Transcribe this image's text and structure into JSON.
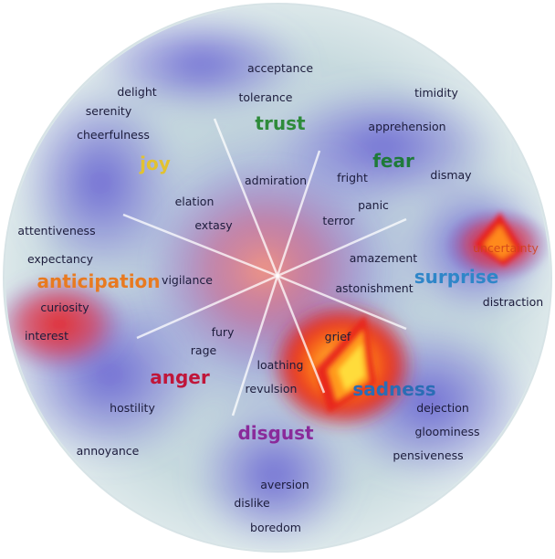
{
  "colors": {
    "trust": "#2e8b3a",
    "fear": "#1f7a3a",
    "joy": "#e2c230",
    "surprise": "#2f86c8",
    "anticipation": "#e87a20",
    "sadness": "#2a6db5",
    "anger": "#c0163a",
    "disgust": "#8a2a9a",
    "disc_bg": "#c9dbe0",
    "disc_edge": "#dbe7ea",
    "hot": "#ffd21a",
    "warm": "#ee3b1d",
    "cool": "#5a4fd0"
  },
  "categories": {
    "trust": "trust",
    "fear": "fear",
    "joy": "joy",
    "surprise": "surprise",
    "anticipation": "anticipation",
    "sadness": "sadness",
    "anger": "anger",
    "disgust": "disgust"
  },
  "words": {
    "acceptance": "acceptance",
    "tolerance": "tolerance",
    "delight": "delight",
    "serenity": "serenity",
    "cheerfulness": "cheerfulness",
    "timidity": "timidity",
    "apprehension": "apprehension",
    "dismay": "dismay",
    "fright": "fright",
    "admiration": "admiration",
    "panic": "panic",
    "elation": "elation",
    "terror": "terror",
    "extasy": "extasy",
    "attentiveness": "attentiveness",
    "uncertainty": "uncertainty",
    "amazement": "amazement",
    "expectancy": "expectancy",
    "vigilance": "vigilance",
    "astonishment": "astonishment",
    "distraction": "distraction",
    "curiosity": "curiosity",
    "interest": "interest",
    "fury": "fury",
    "grief": "grief",
    "rage": "rage",
    "loathing": "loathing",
    "revulsion": "revulsion",
    "hostility": "hostility",
    "dejection": "dejection",
    "gloominess": "gloominess",
    "annoyance": "annoyance",
    "pensiveness": "pensiveness",
    "aversion": "aversion",
    "dislike": "dislike",
    "boredom": "boredom"
  }
}
